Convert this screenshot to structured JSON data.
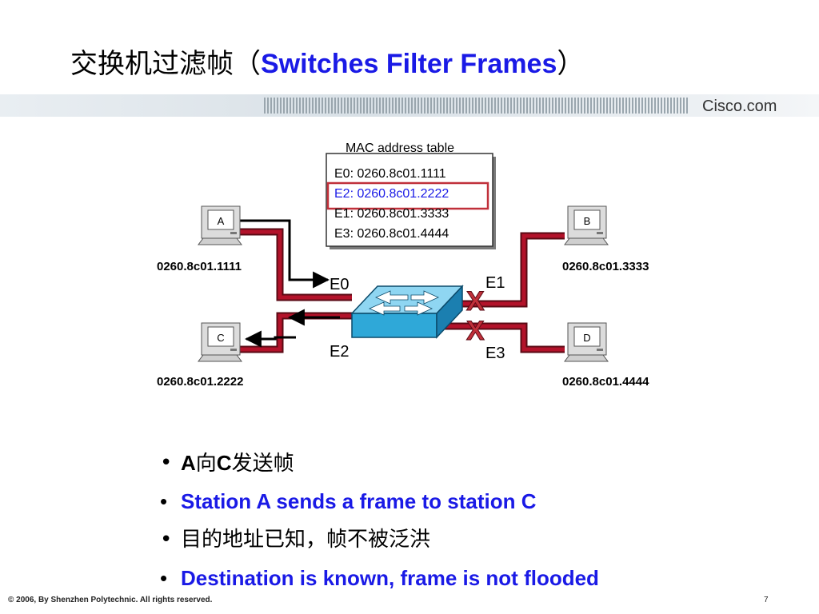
{
  "title": {
    "cn": "交换机过滤帧（",
    "en": "Switches Filter Frames",
    "close": "）"
  },
  "brand": {
    "logo": "Cisco.com"
  },
  "mac_table": {
    "label": "MAC address table",
    "rows": [
      {
        "port": "E0:",
        "mac": "0260.8c01.1111",
        "highlight": false
      },
      {
        "port": "E2:",
        "mac": "0260.8c01.2222",
        "highlight": true
      },
      {
        "port": "E1:",
        "mac": "0260.8c01.3333",
        "highlight": false
      },
      {
        "port": "E3:",
        "mac": "0260.8c01.4444",
        "highlight": false
      }
    ]
  },
  "stations": {
    "a": {
      "label": "A",
      "mac": "0260.8c01.1111"
    },
    "b": {
      "label": "B",
      "mac": "0260.8c01.3333"
    },
    "c": {
      "label": "C",
      "mac": "0260.8c01.2222"
    },
    "d": {
      "label": "D",
      "mac": "0260.8c01.4444"
    }
  },
  "ports": {
    "e0": "E0",
    "e1": "E1",
    "e2": "E2",
    "e3": "E3"
  },
  "blocked_mark": "X",
  "bullets": [
    {
      "a": "A",
      "b": "向",
      "c": "C",
      "d": "发送帧"
    },
    "Station A sends a frame to station C",
    "目的地址已知，帧不被泛洪",
    "Destination is known, frame is not flooded"
  ],
  "footer": {
    "copyright": "© 2006, By Shenzhen Polytechnic. All rights reserved.",
    "page": "7"
  },
  "colors": {
    "accent_blue": "#1a1ae6",
    "link_red": "#b3122a",
    "highlight_box": "#c0303a",
    "switch_blue": "#2fa8d8"
  }
}
